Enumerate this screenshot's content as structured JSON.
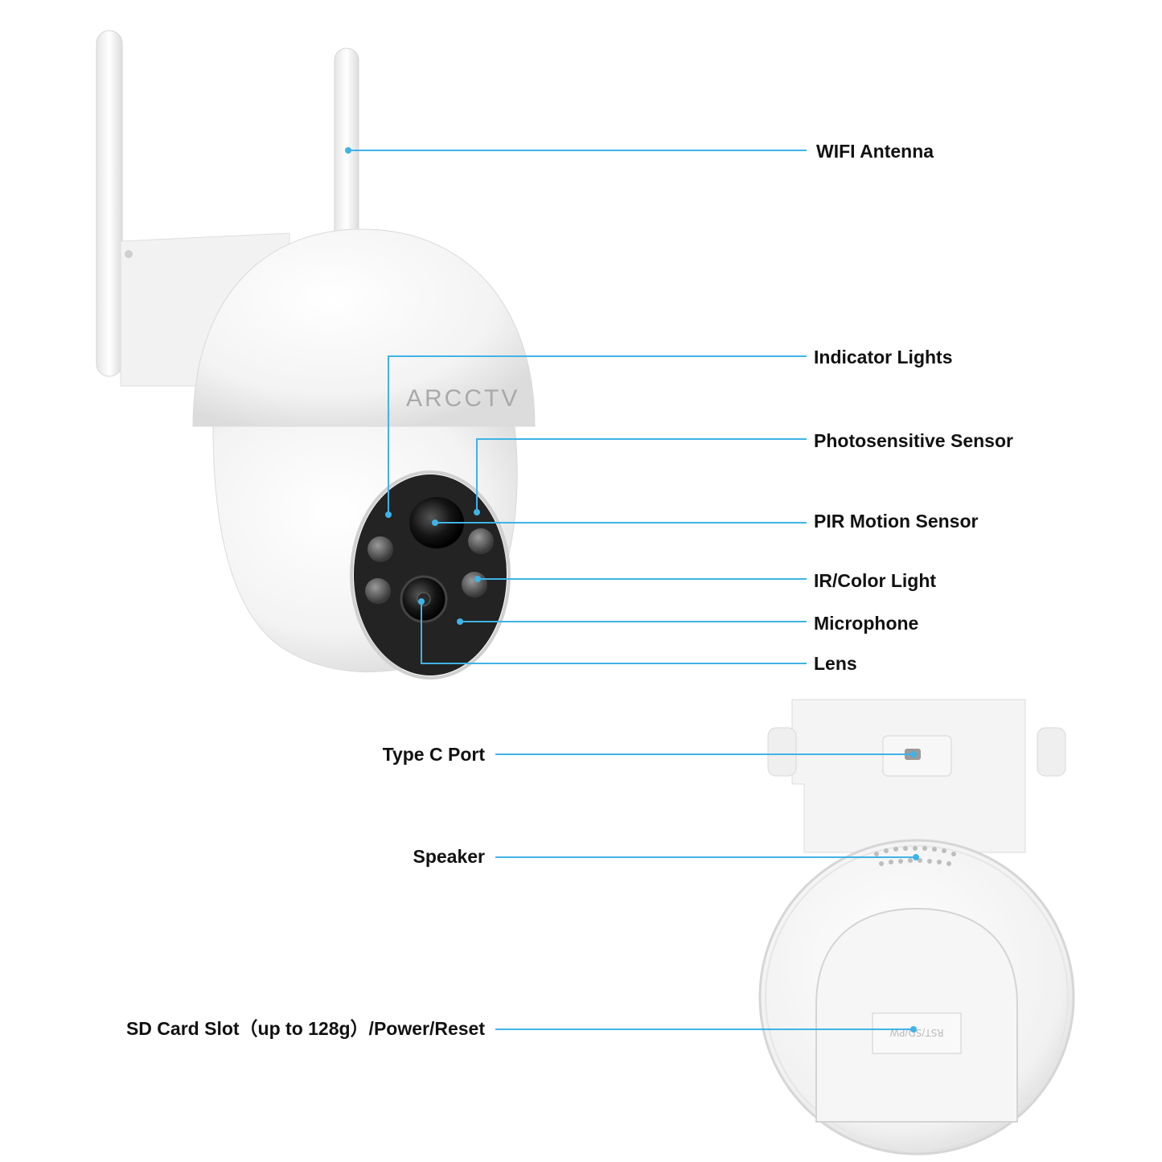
{
  "brand": {
    "logo_text": "ARCCTV"
  },
  "colors": {
    "callout_line": "#3fb3e6",
    "callout_dot": "#3fb3e6",
    "label_text": "#111111",
    "camera_body": "#f7f7f7",
    "camera_shadow": "#e2e2e2",
    "lens_panel": "#222222"
  },
  "callouts_front": [
    {
      "id": "wifi-antenna",
      "text": "WIFI Antenna"
    },
    {
      "id": "indicator-lights",
      "text": "Indicator Lights"
    },
    {
      "id": "photosensitive-sensor",
      "text": "Photosensitive Sensor"
    },
    {
      "id": "pir-motion-sensor",
      "text": "PIR Motion Sensor"
    },
    {
      "id": "ir-color-light",
      "text": "IR/Color Light"
    },
    {
      "id": "microphone",
      "text": "Microphone"
    },
    {
      "id": "lens",
      "text": "Lens"
    }
  ],
  "callouts_back": [
    {
      "id": "type-c-port",
      "text": "Type C Port"
    },
    {
      "id": "speaker",
      "text": "Speaker"
    },
    {
      "id": "sd-card-slot",
      "text": "SD Card Slot（up to 128g）/Power/Reset"
    }
  ],
  "back_label_text": "RST/SD/PW"
}
